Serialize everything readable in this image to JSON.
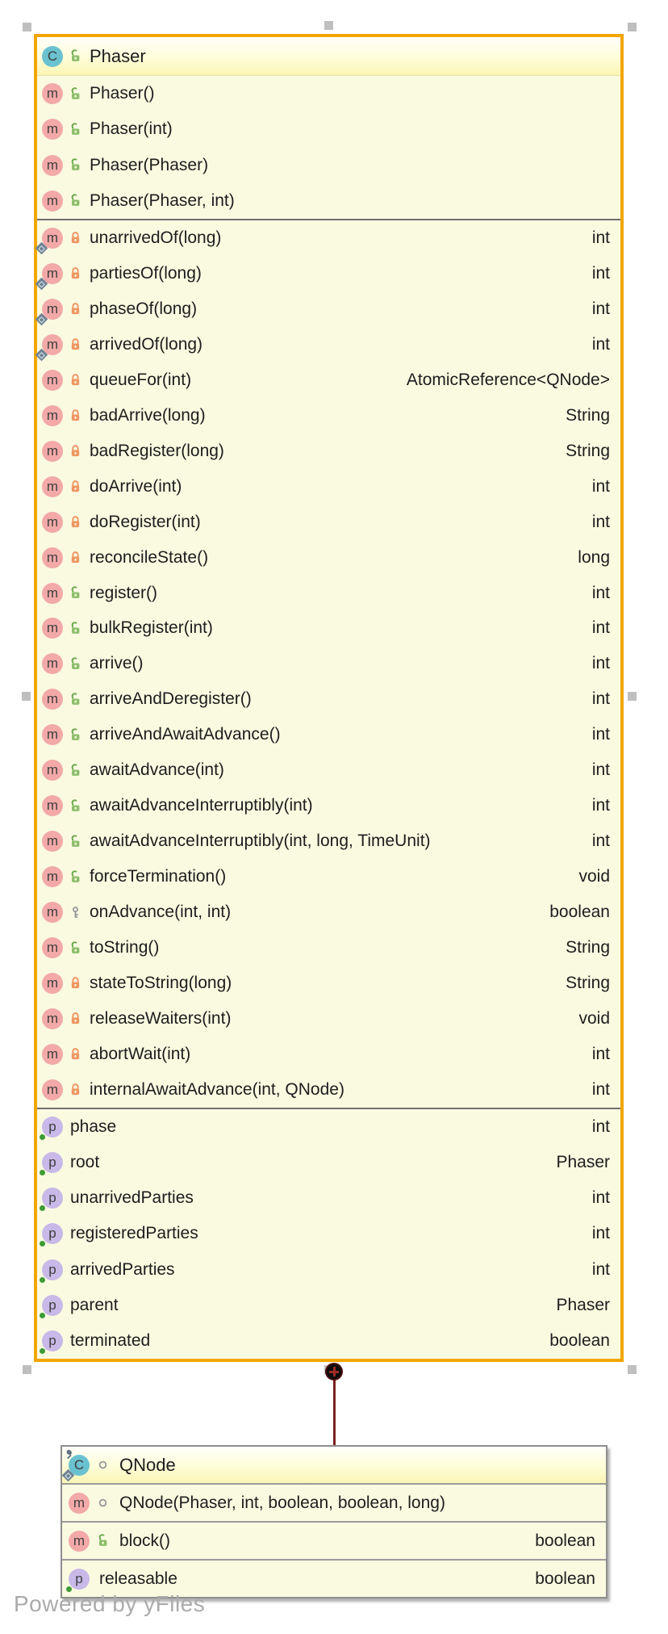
{
  "watermark": "Powered by yFiles",
  "colors": {
    "selection_border": "#f3a600",
    "node_fill": "#fafae1",
    "edge": "#7e2020",
    "method_icon": "#f2a9a7",
    "property_icon": "#c8b9e8",
    "class_icon": "#6ac2d0",
    "public_lock": "#69a84b",
    "private_lock": "#ee9662",
    "static_diamond": "#6e8394",
    "watermark_text": "#ababab"
  },
  "phaser": {
    "title": "Phaser",
    "kind": "class",
    "visibility": "public",
    "constructors": [
      {
        "name": "Phaser()",
        "vis": "public",
        "static": false
      },
      {
        "name": "Phaser(int)",
        "vis": "public",
        "static": false
      },
      {
        "name": "Phaser(Phaser)",
        "vis": "public",
        "static": false
      },
      {
        "name": "Phaser(Phaser, int)",
        "vis": "public",
        "static": false
      }
    ],
    "methods": [
      {
        "name": "unarrivedOf(long)",
        "returns": "int",
        "vis": "private",
        "static": true
      },
      {
        "name": "partiesOf(long)",
        "returns": "int",
        "vis": "private",
        "static": true
      },
      {
        "name": "phaseOf(long)",
        "returns": "int",
        "vis": "private",
        "static": true
      },
      {
        "name": "arrivedOf(long)",
        "returns": "int",
        "vis": "private",
        "static": true
      },
      {
        "name": "queueFor(int)",
        "returns": "AtomicReference<QNode>",
        "vis": "private",
        "static": false
      },
      {
        "name": "badArrive(long)",
        "returns": "String",
        "vis": "private",
        "static": false
      },
      {
        "name": "badRegister(long)",
        "returns": "String",
        "vis": "private",
        "static": false
      },
      {
        "name": "doArrive(int)",
        "returns": "int",
        "vis": "private",
        "static": false
      },
      {
        "name": "doRegister(int)",
        "returns": "int",
        "vis": "private",
        "static": false
      },
      {
        "name": "reconcileState()",
        "returns": "long",
        "vis": "private",
        "static": false
      },
      {
        "name": "register()",
        "returns": "int",
        "vis": "public",
        "static": false
      },
      {
        "name": "bulkRegister(int)",
        "returns": "int",
        "vis": "public",
        "static": false
      },
      {
        "name": "arrive()",
        "returns": "int",
        "vis": "public",
        "static": false
      },
      {
        "name": "arriveAndDeregister()",
        "returns": "int",
        "vis": "public",
        "static": false
      },
      {
        "name": "arriveAndAwaitAdvance()",
        "returns": "int",
        "vis": "public",
        "static": false
      },
      {
        "name": "awaitAdvance(int)",
        "returns": "int",
        "vis": "public",
        "static": false
      },
      {
        "name": "awaitAdvanceInterruptibly(int)",
        "returns": "int",
        "vis": "public",
        "static": false
      },
      {
        "name": "awaitAdvanceInterruptibly(int, long, TimeUnit)",
        "returns": "int",
        "vis": "public",
        "static": false
      },
      {
        "name": "forceTermination()",
        "returns": "void",
        "vis": "public",
        "static": false
      },
      {
        "name": "onAdvance(int, int)",
        "returns": "boolean",
        "vis": "protected",
        "static": false
      },
      {
        "name": "toString()",
        "returns": "String",
        "vis": "public",
        "static": false
      },
      {
        "name": "stateToString(long)",
        "returns": "String",
        "vis": "private",
        "static": false
      },
      {
        "name": "releaseWaiters(int)",
        "returns": "void",
        "vis": "private",
        "static": false
      },
      {
        "name": "abortWait(int)",
        "returns": "int",
        "vis": "private",
        "static": false
      },
      {
        "name": "internalAwaitAdvance(int, QNode)",
        "returns": "int",
        "vis": "private",
        "static": false
      }
    ],
    "properties": [
      {
        "name": "phase",
        "type": "int"
      },
      {
        "name": "root",
        "type": "Phaser"
      },
      {
        "name": "unarrivedParties",
        "type": "int"
      },
      {
        "name": "registeredParties",
        "type": "int"
      },
      {
        "name": "arrivedParties",
        "type": "int"
      },
      {
        "name": "parent",
        "type": "Phaser"
      },
      {
        "name": "terminated",
        "type": "boolean"
      }
    ]
  },
  "qnode": {
    "title": "QNode",
    "kind": "class",
    "visibility": "package",
    "static": true,
    "constructors": [
      {
        "name": "QNode(Phaser, int, boolean, boolean, long)",
        "vis": "package",
        "static": false
      }
    ],
    "methods": [
      {
        "name": "block()",
        "returns": "boolean",
        "vis": "public",
        "static": false
      }
    ],
    "properties": [
      {
        "name": "releasable",
        "type": "boolean"
      }
    ]
  }
}
